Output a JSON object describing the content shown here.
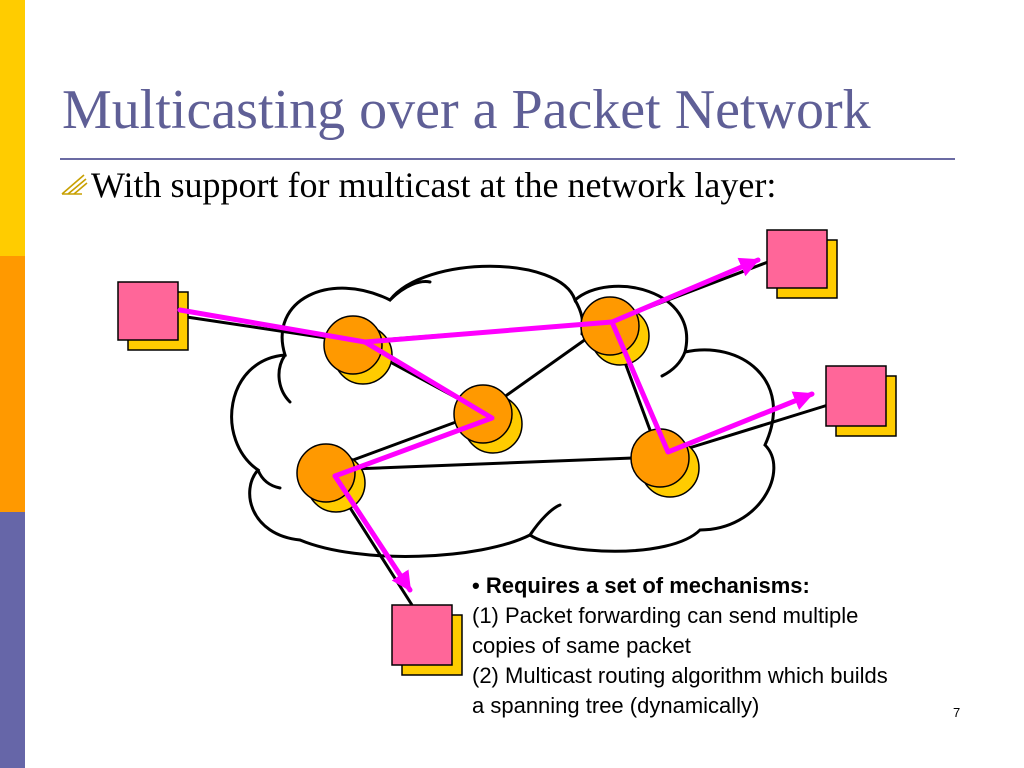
{
  "slide": {
    "title": "Multicasting over a Packet Network",
    "bullet": "With support for multicast at the network layer:",
    "page_number": "7"
  },
  "note": {
    "heading": "• Requires a set of mechanisms:",
    "line1": " (1) Packet forwarding can send multiple",
    "line2": "copies of same packet",
    "line3": "(2) Multicast routing algorithm which builds",
    "line4": "a spanning tree (dynamically)"
  },
  "colors": {
    "title": "#5f5f96",
    "router": "#ff9900",
    "router_shadow": "#ffcc00",
    "host": "#ff6699",
    "host_shadow": "#ffcc00",
    "multicast_path": "#ff00ff",
    "link": "#000000"
  }
}
